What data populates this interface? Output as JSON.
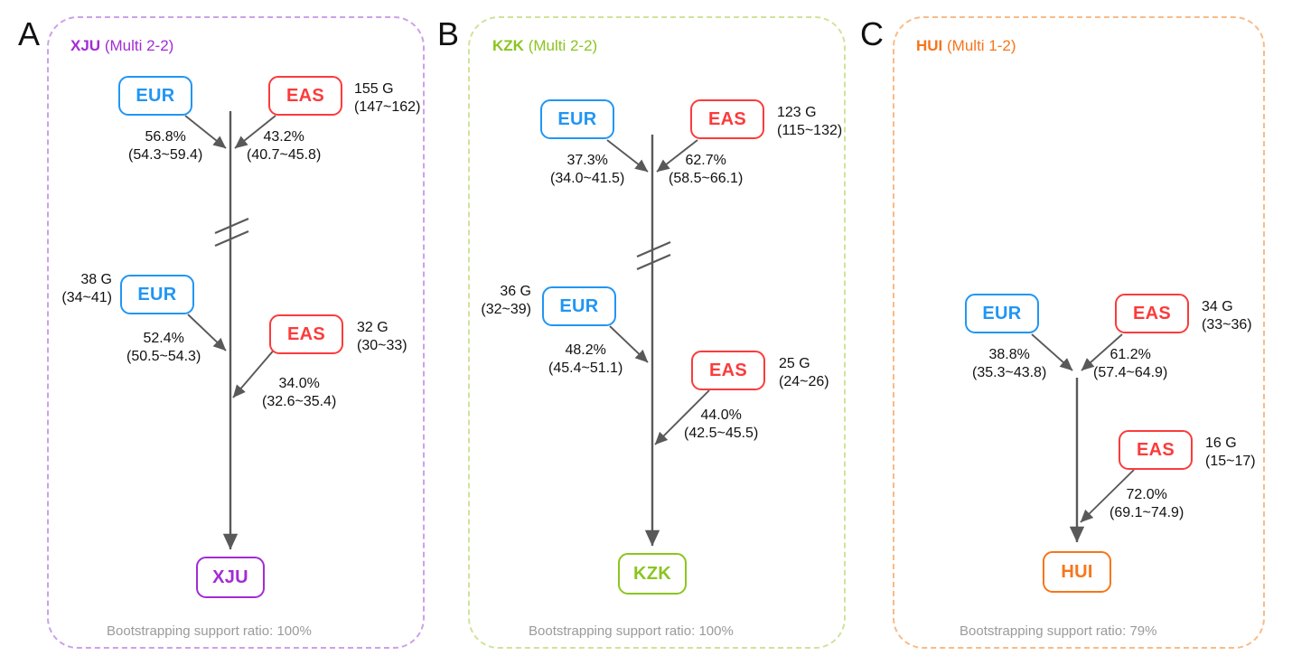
{
  "figure": {
    "type": "admixture-graph",
    "panels": [
      {
        "letter": "A",
        "target": "XJU",
        "model": "(Multi 2-2)",
        "color": "#a22bd6",
        "border_color": "#cba1e8",
        "footer": "Bootstrapping support ratio: 100%",
        "tiers": [
          {
            "left_node": "EUR",
            "right_node": "EAS",
            "date": "155 G",
            "date_ci": "(147~162)",
            "left_pct": "56.8%",
            "left_ci": "(54.3~59.4)",
            "right_pct": "43.2%",
            "right_ci": "(40.7~45.8)"
          },
          {
            "left_node": "EUR",
            "right_node": "EAS",
            "left_date": "38 G",
            "left_date_ci": "(34~41)",
            "right_date": "32 G",
            "right_date_ci": "(30~33)",
            "left_pct": "52.4%",
            "left_ci": "(50.5~54.3)",
            "right_pct": "34.0%",
            "right_ci": "(32.6~35.4)"
          }
        ]
      },
      {
        "letter": "B",
        "target": "KZK",
        "model": "(Multi 2-2)",
        "color": "#8bc520",
        "border_color": "#cfe39a",
        "footer": "Bootstrapping support ratio: 100%",
        "tiers": [
          {
            "left_node": "EUR",
            "right_node": "EAS",
            "date": "123 G",
            "date_ci": "(115~132)",
            "left_pct": "37.3%",
            "left_ci": "(34.0~41.5)",
            "right_pct": "62.7%",
            "right_ci": "(58.5~66.1)"
          },
          {
            "left_node": "EUR",
            "right_node": "EAS",
            "left_date": "36 G",
            "left_date_ci": "(32~39)",
            "right_date": "25 G",
            "right_date_ci": "(24~26)",
            "left_pct": "48.2%",
            "left_ci": "(45.4~51.1)",
            "right_pct": "44.0%",
            "right_ci": "(42.5~45.5)"
          }
        ]
      },
      {
        "letter": "C",
        "target": "HUI",
        "model": "(Multi 1-2)",
        "color": "#f7751b",
        "border_color": "#f9bb87",
        "footer": "Bootstrapping support ratio: 79%",
        "tiers": [
          {
            "left_node": "EUR",
            "right_node": "EAS",
            "date": "34 G",
            "date_ci": "(33~36)",
            "left_pct": "38.8%",
            "left_ci": "(35.3~43.8)",
            "right_pct": "61.2%",
            "right_ci": "(57.4~64.9)"
          },
          {
            "right_node": "EAS",
            "right_date": "16 G",
            "right_date_ci": "(15~17)",
            "right_pct": "72.0%",
            "right_ci": "(69.1~74.9)"
          }
        ]
      }
    ],
    "source_colors": {
      "EUR": "#2196f3",
      "EAS": "#fb3b3b"
    }
  }
}
